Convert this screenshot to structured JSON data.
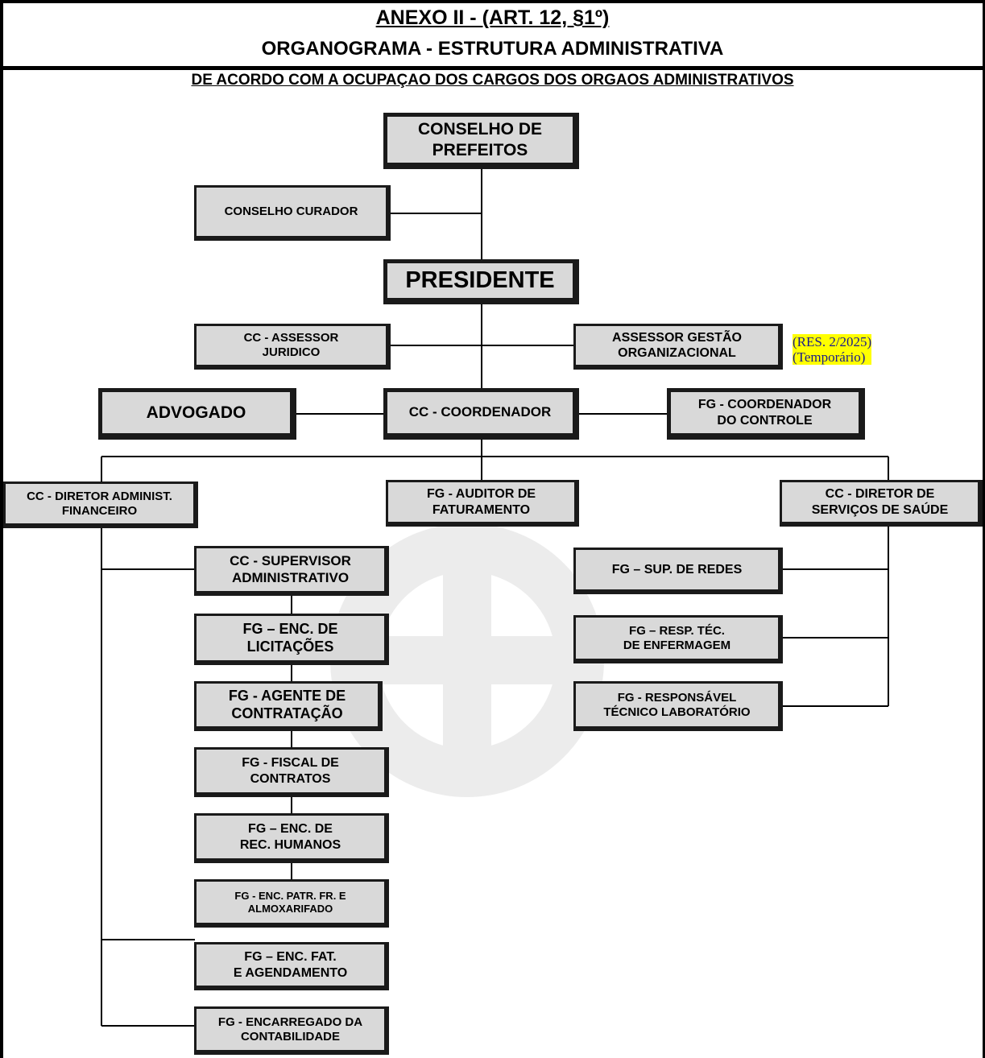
{
  "header": {
    "title": "ANEXO II - (ART. 12, §1º)",
    "subtitle": "ORGANOGRAMA - ESTRUTURA ADMINISTRATIVA",
    "caption": "DE ACORDO COM A OCUPAÇAO DOS CARGOS DOS ORGAOS ADMINISTRATIVOS"
  },
  "nodes": {
    "conselho_prefeitos": [
      "CONSELHO DE",
      "PREFEITOS"
    ],
    "conselho_curador": [
      "CONSELHO  CURADOR"
    ],
    "presidente": [
      "PRESIDENTE"
    ],
    "assessor_juridico": [
      "CC - ASSESSOR",
      "JURIDICO"
    ],
    "assessor_gestao": [
      "ASSESSOR GESTÃO",
      "ORGANIZACIONAL"
    ],
    "advogado": [
      "ADVOGADO"
    ],
    "coordenador": [
      "CC - COORDENADOR"
    ],
    "coordenador_controle": [
      "FG - COORDENADOR",
      "DO CONTROLE"
    ],
    "diretor_adm": [
      "CC - DIRETOR ADMINIST.",
      "FINANCEIRO"
    ],
    "auditor": [
      "FG - AUDITOR DE",
      "FATURAMENTO"
    ],
    "diretor_saude": [
      "CC - DIRETOR DE",
      "SERVIÇOS  DE  SAÚDE"
    ],
    "supervisor": [
      "CC - SUPERVISOR",
      "ADMINISTRATIVO"
    ],
    "licitacoes": [
      "FG – ENC. DE",
      "LICITAÇÕES"
    ],
    "contratacao": [
      "FG - AGENTE DE",
      "CONTRATAÇÃO"
    ],
    "fiscal": [
      "FG - FISCAL DE",
      "CONTRATOS"
    ],
    "rh": [
      "FG – ENC. DE",
      "REC. HUMANOS"
    ],
    "patrimonio": [
      "FG - ENC. PATR. FR. E",
      "ALMOXARIFADO"
    ],
    "faturamento": [
      "FG – ENC. FAT.",
      "E AGENDAMENTO"
    ],
    "contabilidade": [
      "FG - ENCARREGADO DA",
      "CONTABILIDADE"
    ],
    "redes": [
      "FG – SUP. DE REDES"
    ],
    "enfermagem": [
      "FG – RESP. TÉC.",
      "DE ENFERMAGEM"
    ],
    "laboratorio": [
      "FG - RESPONSÁVEL",
      "TÉCNICO LABORATÓRIO"
    ]
  },
  "notes": {
    "resolution": "(RES. 2/2025)",
    "temporary": "(Temporário)"
  },
  "colors": {
    "box_fill": "#d9d9d9",
    "border": "#1a1a1a",
    "highlight": "#ffff00",
    "note_text": "#1a1a8c"
  }
}
